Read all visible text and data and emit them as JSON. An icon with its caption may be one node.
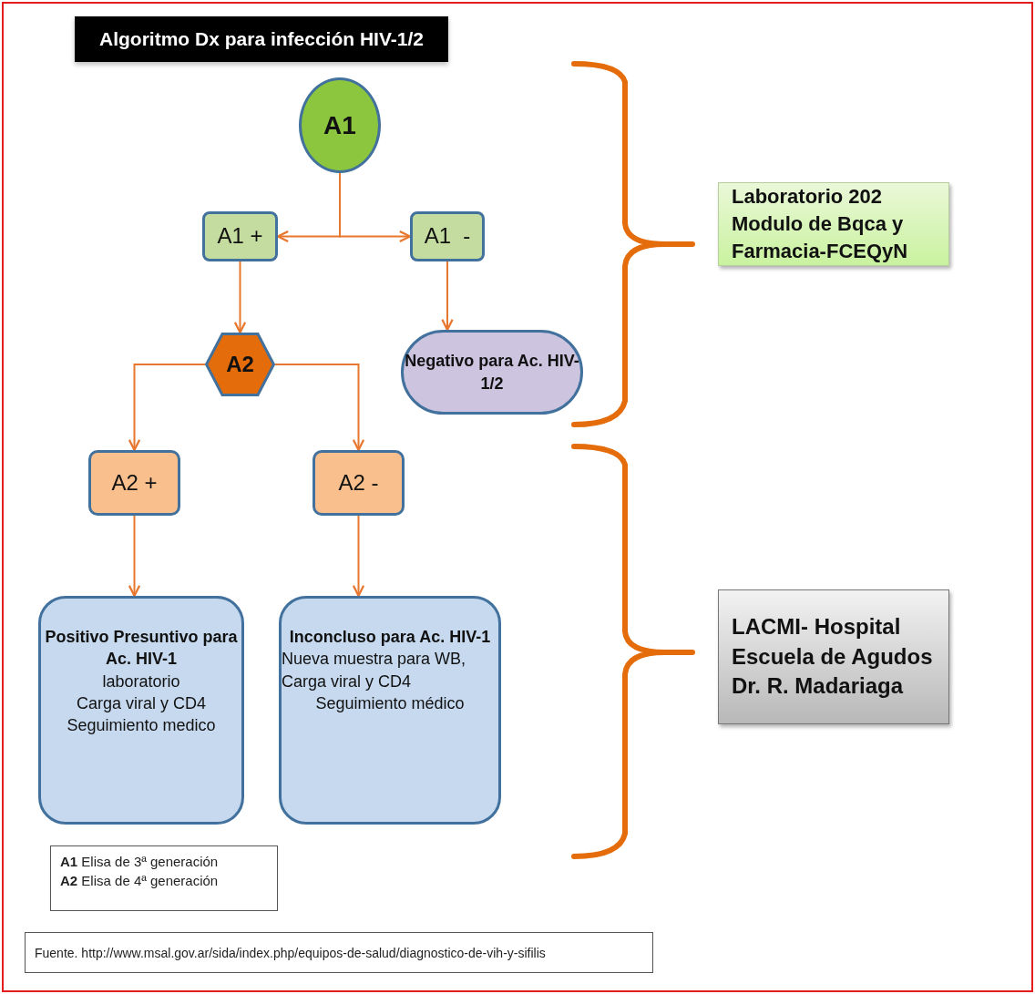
{
  "diagram": {
    "title": "Algoritmo Dx para infección HIV-1/2",
    "nodes": [
      {
        "text": [
          "A1"
        ]
      },
      {
        "text": [
          "A1 +"
        ]
      },
      {
        "text": [
          "A1  -"
        ]
      },
      {
        "text": [
          "A2"
        ]
      },
      {
        "text": [
          "Negativo para Ac. HIV-1/2"
        ]
      },
      {
        "text": [
          "A2 +"
        ]
      },
      {
        "text": [
          "A2 -"
        ]
      },
      {
        "text": [
          "Positivo Presuntivo para Ac. HIV-1",
          "laboratorio",
          "Carga viral y CD4",
          "Seguimiento medico"
        ]
      },
      {
        "text": [
          "Inconcluso para Ac. HIV-1",
          "Nueva muestra para WB, Carga viral y CD4",
          "Seguimiento médico"
        ]
      },
      {
        "text": [
          "Laboratorio 202",
          "Modulo de Bqca y",
          "Farmacia-FCEQyN"
        ]
      },
      {
        "text": [
          "LACMI- Hospital",
          "Escuela de Agudos",
          "Dr. R. Madariaga"
        ]
      }
    ],
    "edges": [
      {
        "from": 0,
        "to": 1,
        "arrow": "to"
      },
      {
        "from": 0,
        "to": 2,
        "arrow": "to"
      },
      {
        "from": 1,
        "to": 3,
        "arrow": "to"
      },
      {
        "from": 2,
        "to": 4,
        "arrow": "to"
      },
      {
        "from": 3,
        "to": 5,
        "arrow": "to"
      },
      {
        "from": 3,
        "to": 6,
        "arrow": "to"
      },
      {
        "from": 5,
        "to": 7,
        "arrow": "to"
      },
      {
        "from": 6,
        "to": 8,
        "arrow": "to"
      }
    ],
    "labels": [
      "**A1** Elisa de 3ª generación",
      "**A2** Elisa de 4ª generación",
      "Fuente. http://www.msal.gov.ar/sida/index.php/equipos-de-salud/diagnostico-de-vih-y-sifilis"
    ]
  }
}
